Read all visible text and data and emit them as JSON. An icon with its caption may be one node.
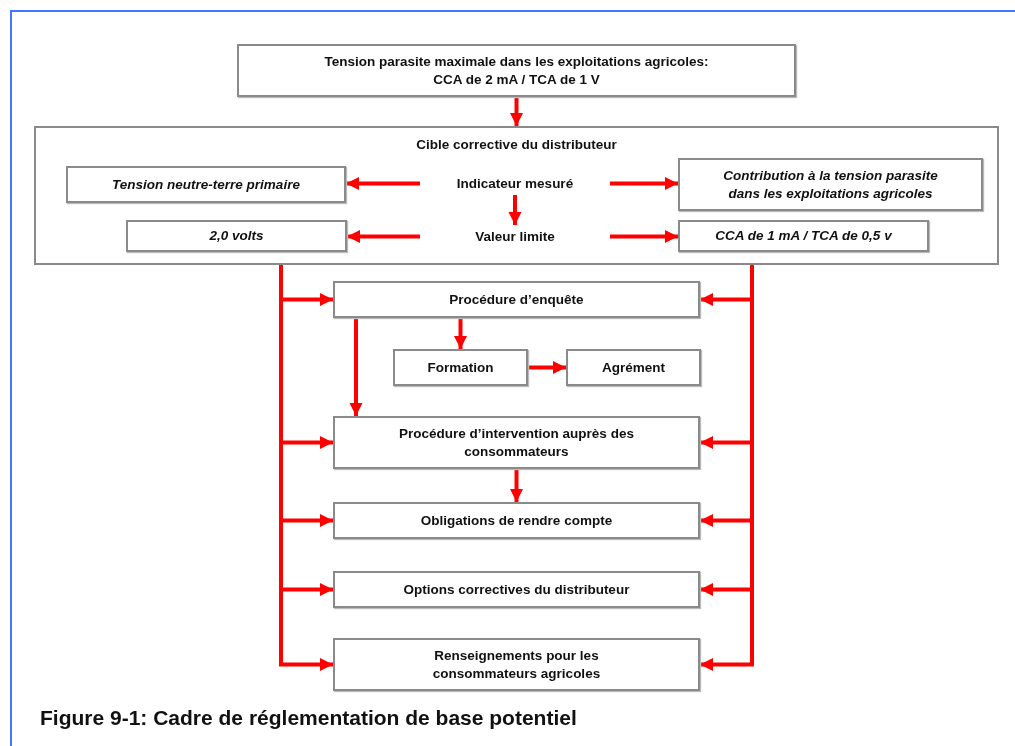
{
  "diagram": {
    "caption": "Figure 9-1: Cadre de réglementation de base potentiel",
    "nodes": [
      {
        "text": [
          "Tension parasite maximale dans les exploitations agricoles: CCA de 2 mA / TCA de 1 V"
        ]
      },
      {
        "text": [
          "Cible corrective du distributeur"
        ]
      },
      {
        "text": [
          "Tension neutre-terre primaire"
        ],
        "in": 1
      },
      {
        "text": [
          "Indicateur mesuré"
        ],
        "in": 1
      },
      {
        "text": [
          "Contribution à la tension parasite dans les exploitations agricoles"
        ],
        "in": 1
      },
      {
        "text": [
          "2,0 volts"
        ],
        "in": 1
      },
      {
        "text": [
          "Valeur limite"
        ],
        "in": 1
      },
      {
        "text": [
          "CCA de 1 mA / TCA de 0,5 v"
        ],
        "in": 1
      },
      {
        "text": [
          "Procédure d’enquête"
        ]
      },
      {
        "text": [
          "Formation"
        ]
      },
      {
        "text": [
          "Agrément"
        ]
      },
      {
        "text": [
          "Procédure d’intervention auprès des consommateurs"
        ]
      },
      {
        "text": [
          "Obligations de rendre compte"
        ]
      },
      {
        "text": [
          "Options correctives du distributeur"
        ]
      },
      {
        "text": [
          "Renseignements pour les consommateurs agricoles"
        ]
      }
    ],
    "edges": [
      {
        "from": 0,
        "to": 1,
        "arrow": "to"
      },
      {
        "from": 3,
        "to": 2,
        "arrow": "to"
      },
      {
        "from": 3,
        "to": 4,
        "arrow": "to"
      },
      {
        "from": 3,
        "to": 6,
        "arrow": "to"
      },
      {
        "from": 6,
        "to": 5,
        "arrow": "to"
      },
      {
        "from": 6,
        "to": 7,
        "arrow": "to"
      },
      {
        "from": 1,
        "to": 8,
        "arrow": "to"
      },
      {
        "from": 1,
        "to": 11,
        "arrow": "to"
      },
      {
        "from": 1,
        "to": 12,
        "arrow": "to"
      },
      {
        "from": 1,
        "to": 13,
        "arrow": "to"
      },
      {
        "from": 1,
        "to": 14,
        "arrow": "to"
      },
      {
        "from": 1,
        "to": 8,
        "arrow": "to"
      },
      {
        "from": 1,
        "to": 11,
        "arrow": "to"
      },
      {
        "from": 1,
        "to": 12,
        "arrow": "to"
      },
      {
        "from": 1,
        "to": 13,
        "arrow": "to"
      },
      {
        "from": 1,
        "to": 14,
        "arrow": "to"
      },
      {
        "from": 8,
        "to": 9,
        "arrow": "to"
      },
      {
        "from": 9,
        "to": 10,
        "arrow": "to"
      },
      {
        "from": 8,
        "to": 11,
        "arrow": "to"
      },
      {
        "from": 11,
        "to": 12,
        "arrow": "to"
      }
    ]
  }
}
